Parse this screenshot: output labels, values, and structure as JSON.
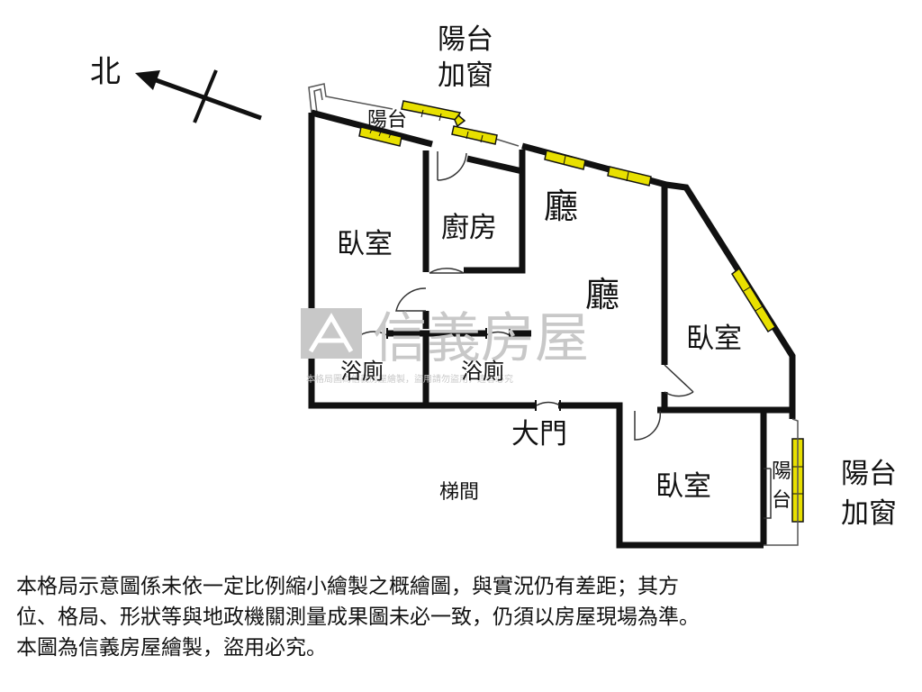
{
  "compass": {
    "north_label": "北"
  },
  "rooms": {
    "balcony_top_small": "陽台",
    "balcony_top_callout_line1": "陽台",
    "balcony_top_callout_line2": "加窗",
    "bedroom_left": "臥室",
    "kitchen": "廚房",
    "living_upper": "廳",
    "living_lower": "廳",
    "bedroom_right": "臥室",
    "bath_left": "浴廁",
    "bath_right": "浴廁",
    "main_door": "大門",
    "stairwell": "梯間",
    "bedroom_bottom": "臥室",
    "balcony_right_small_line1": "陽",
    "balcony_right_small_line2": "台",
    "balcony_right_callout_line1": "陽台",
    "balcony_right_callout_line2": "加窗"
  },
  "watermark": {
    "brand": "信義房屋",
    "note": "本格局圖為信義房屋繪製，盜用請勿盜用，違者必究"
  },
  "disclaimer": {
    "line1": "本格局示意圖係未依一定比例縮小繪製之概繪圖，與實況仍有差距；其方",
    "line2": "位、格局、形狀等與地政機關測量成果圖未必一致，仍須以房屋現場為準。",
    "line3": "本圖為信義房屋繪製，盜用必究。"
  },
  "colors": {
    "wall": "#111111",
    "window": "#e8e000",
    "watermark": "#c8c8c8"
  }
}
